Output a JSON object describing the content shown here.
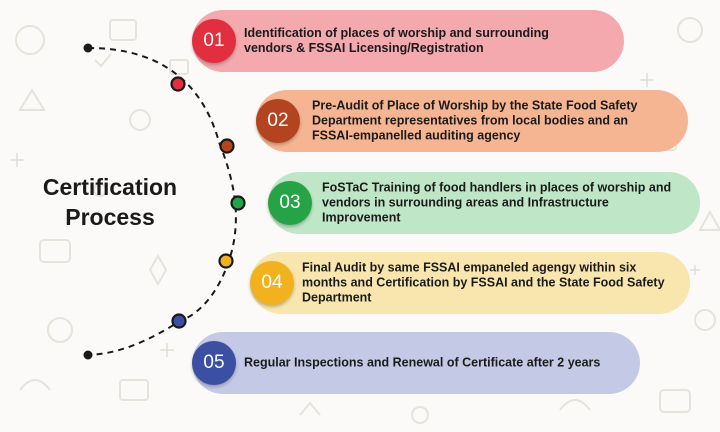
{
  "title": {
    "line1": "Certification",
    "line2": "Process"
  },
  "steps": [
    {
      "number": "01",
      "text": "Identification of places of worship and surrounding vendors & FSSAI Licensing/Registration",
      "accent": "#e12f3d",
      "band": "#f3a9ad",
      "dot": "#e12f3d"
    },
    {
      "number": "02",
      "text": "Pre-Audit of Place of Worship by the State Food Safety Department representatives from local bodies and an FSSAI-empanelled auditing agency",
      "accent": "#b4441f",
      "band": "#f5b592",
      "dot": "#b4441f"
    },
    {
      "number": "03",
      "text": "FoSTaC Training of food handlers in places of worship and vendors in surrounding areas and Infrastructure Improvement",
      "accent": "#27a347",
      "band": "#bfe6c7",
      "dot": "#27a347"
    },
    {
      "number": "04",
      "text": "Final Audit by same FSSAI empaneled agengy within six months and Certification by FSSAI and the State Food Safety Department",
      "accent": "#f2b21f",
      "band": "#f8e6ae",
      "dot": "#f2b21f"
    },
    {
      "number": "05",
      "text": "Regular Inspections and Renewal of Certificate after 2 years",
      "accent": "#3b4fa3",
      "band": "#c4c9e6",
      "dot": "#3b4fa3"
    }
  ]
}
